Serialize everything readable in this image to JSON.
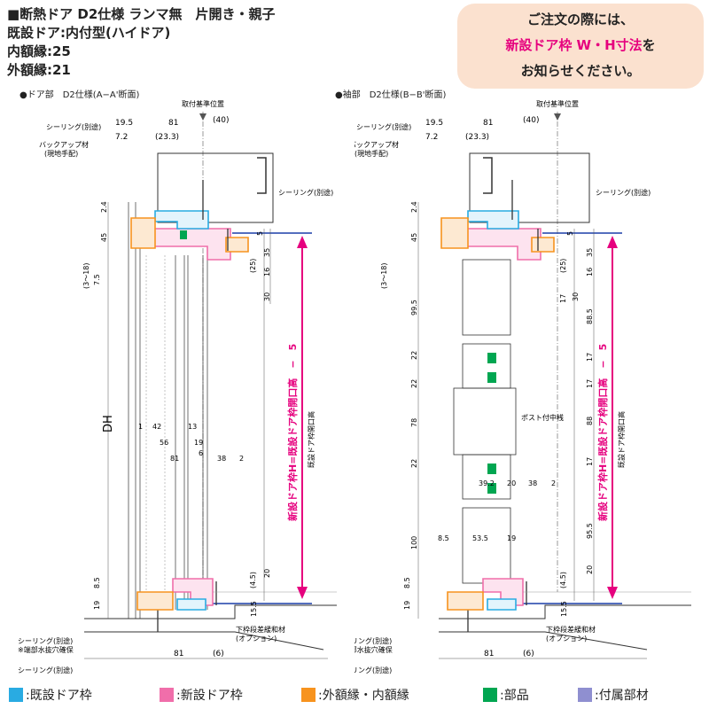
{
  "header": {
    "line1": "■断熱ドア D2仕様 ランマ無　片開き・親子",
    "line2": "既設ドア:内付型(ハイドア)",
    "line3": "内額縁:25",
    "line4": "外額縁:21"
  },
  "notice": {
    "line1": "ご注文の際には、",
    "line2_highlight": "新設ドア枠 W・H寸法",
    "line2_suffix": "を",
    "line3": "お知らせください。"
  },
  "left_panel": {
    "title": "●ドア部　D2仕様(A−A'断面)",
    "ref_label": "取付基準位置",
    "top_dims": [
      "19.5",
      "81",
      "(40)",
      "7.2",
      "(23.3)"
    ],
    "callouts": [
      "シーリング(別途)",
      "バックアップ材",
      "(現地手配)",
      "シーリング(別途)"
    ],
    "left_dims": [
      "2.4",
      "45",
      "(3〜18)",
      "7.5",
      "8.5",
      "19"
    ],
    "right_dims": [
      "5",
      "35",
      "(25)",
      "16",
      "30",
      "(4.5)",
      "20",
      "15.5"
    ],
    "inner_dims": [
      "1",
      "42",
      "13",
      "56",
      "19",
      "81",
      "6",
      "38",
      "2"
    ],
    "dh_label": "DH",
    "vertical_label": "新設ドア枠H=既設ドア枠開口高　−　5",
    "existing_label": "既設ドア枠開口高",
    "bottom_callouts": [
      "シーリング(別途)",
      "※端部水抜穴確保",
      "下枠段差緩和材",
      "(オプション)",
      "シーリング(別途)"
    ],
    "bottom_dims": [
      "81",
      "(6)"
    ]
  },
  "right_panel": {
    "title": "●袖部　D2仕様(B−B'断面)",
    "ref_label": "取付基準位置",
    "top_dims": [
      "19.5",
      "81",
      "(40)",
      "7.2",
      "(23.3)"
    ],
    "callouts": [
      "シーリング(別途)",
      "バックアップ材",
      "(現地手配)",
      "シーリング(別途)"
    ],
    "left_dims": [
      "2.4",
      "45",
      "(3〜18)",
      "99.5",
      "22",
      "22",
      "78",
      "22",
      "100",
      "8.5",
      "19"
    ],
    "right_dims": [
      "5",
      "35",
      "(25)",
      "16",
      "88.5",
      "17",
      "17",
      "88",
      "17",
      "95.5",
      "20",
      "17",
      "30",
      "(4.5)",
      "15.5"
    ],
    "inner_dims": [
      "39.2",
      "20",
      "38",
      "2",
      "8.5",
      "53.5",
      "19"
    ],
    "post_label": "ポスト付中桟",
    "vertical_label": "新設ドア枠H=既設ドア枠開口高　−　5",
    "existing_label": "既設ドア枠開口高",
    "bottom_callouts": [
      "シーリング(別途)",
      "※端部水抜穴確保",
      "下枠段差緩和材",
      "(オプション)",
      "シーリング(別途)"
    ],
    "bottom_dims": [
      "81",
      "(6)"
    ]
  },
  "legend": {
    "items": [
      {
        "label": ":既設ドア枠",
        "color": "#29abe2"
      },
      {
        "label": ":新設ドア枠",
        "color": "#f06eaa"
      },
      {
        "label": ":外額縁・内額縁",
        "color": "#f7931e"
      },
      {
        "label": ":部品",
        "color": "#00a651"
      },
      {
        "label": ":付属部材",
        "color": "#8f8fd0"
      }
    ]
  },
  "colors": {
    "accent_pink": "#e6007e",
    "existing_frame": "#29abe2",
    "new_frame": "#f06eaa",
    "casing": "#f7931e",
    "notice_bg": "#fbe1cf"
  }
}
